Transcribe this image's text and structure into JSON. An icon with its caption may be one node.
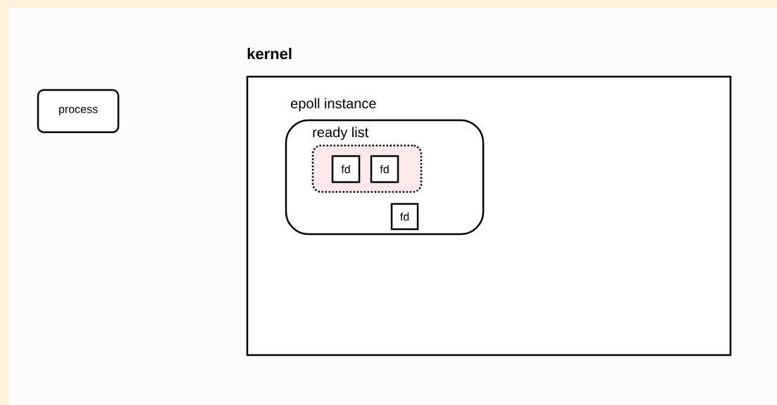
{
  "diagram": {
    "nodes": [
      {
        "text": [
          "process"
        ]
      },
      {
        "text": [
          "kernel"
        ]
      },
      {
        "text": [
          "epoll instance"
        ],
        "in": 1
      },
      {
        "text": [
          "ready list"
        ],
        "in": 2
      },
      {
        "text": [
          "fd"
        ],
        "in": 3
      },
      {
        "text": [
          "fd"
        ],
        "in": 3
      },
      {
        "text": [
          "fd"
        ],
        "in": 2
      }
    ]
  }
}
